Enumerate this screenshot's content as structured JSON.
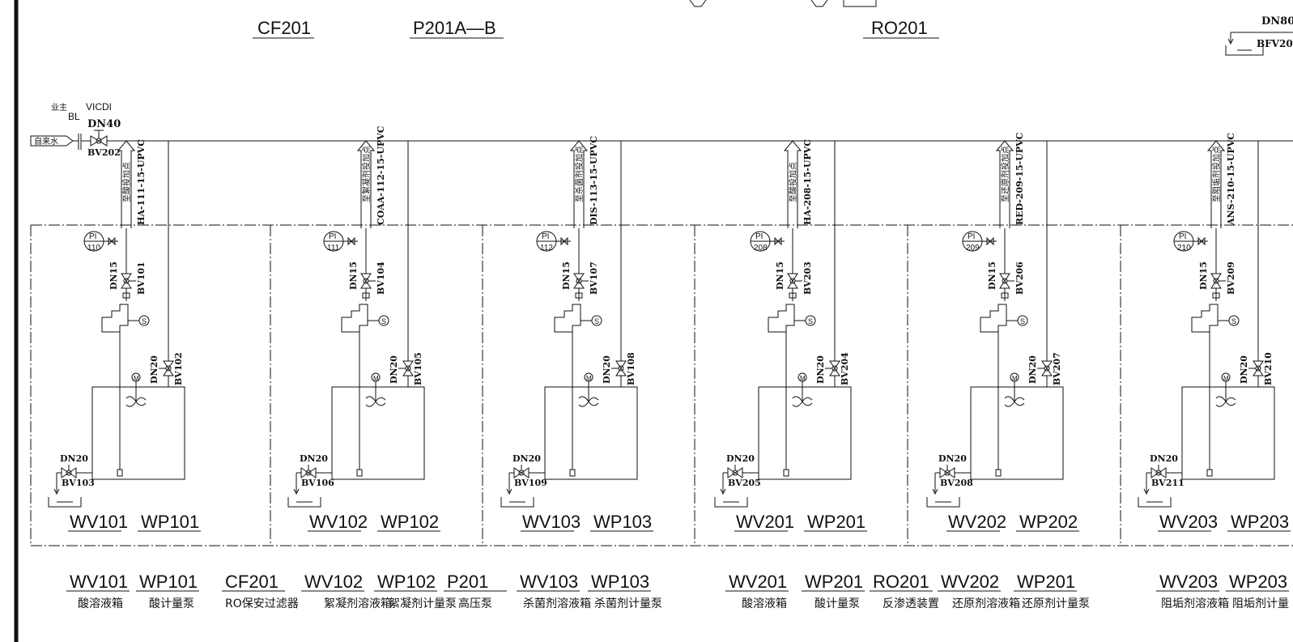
{
  "top_headers": [
    "CF201",
    "P201A—B",
    "RO201"
  ],
  "top_right": {
    "size": "DN80",
    "tag": "BFV20"
  },
  "inlet": {
    "owner": "业主",
    "bl": "BL",
    "vicdi": "VICDI",
    "size": "DN40",
    "valve": "BV202",
    "source": "自来水"
  },
  "units": [
    {
      "dest": "至酸投加点",
      "line": "HA-111-15-UPVC",
      "pi": "110",
      "dn15": "DN15",
      "bv_a": "BV101",
      "dn20": "DN20",
      "bv_b": "BV102",
      "drain_dn": "DN20",
      "drain_bv": "BV103",
      "tank": "WV101",
      "pump": "WP101",
      "m": "M",
      "s": "S"
    },
    {
      "dest": "至絮凝剂投加点",
      "line": "COAA-112-15-UPVC",
      "pi": "111",
      "dn15": "DN15",
      "bv_a": "BV104",
      "dn20": "DN20",
      "bv_b": "BV105",
      "drain_dn": "DN20",
      "drain_bv": "BV106",
      "tank": "WV102",
      "pump": "WP102",
      "m": "M",
      "s": "S"
    },
    {
      "dest": "至杀菌剂投加点",
      "line": "DIS-113-15-UPVC",
      "pi": "112",
      "dn15": "DN15",
      "bv_a": "BV107",
      "dn20": "DN20",
      "bv_b": "BV108",
      "drain_dn": "DN20",
      "drain_bv": "BV109",
      "tank": "WV103",
      "pump": "WP103",
      "m": "M",
      "s": "S"
    },
    {
      "dest": "至酸投加点",
      "line": "HA-208-15-UPVC",
      "pi": "208",
      "dn15": "DN15",
      "bv_a": "BV203",
      "dn20": "DN20",
      "bv_b": "BV204",
      "drain_dn": "DN20",
      "drain_bv": "BV205",
      "tank": "WV201",
      "pump": "WP201",
      "m": "M",
      "s": "S"
    },
    {
      "dest": "至还原剂投加点",
      "line": "RED-209-15-UPVC",
      "pi": "209",
      "dn15": "DN15",
      "bv_a": "BV206",
      "dn20": "DN20",
      "bv_b": "BV207",
      "drain_dn": "DN20",
      "drain_bv": "BV208",
      "tank": "WV202",
      "pump": "WP202",
      "m": "M",
      "s": "S"
    },
    {
      "dest": "至阻垢剂投加点",
      "line": "ANS-210-15-UPVC",
      "pi": "210",
      "dn15": "DN15",
      "bv_a": "BV209",
      "dn20": "DN20",
      "bv_b": "BV210",
      "drain_dn": "DN20",
      "drain_bv": "BV211",
      "tank": "WV203",
      "pump": "WP203",
      "m": "M",
      "s": "S"
    }
  ],
  "pi_label": "PI",
  "legend": [
    {
      "tag": "WV101",
      "desc": "酸溶液箱"
    },
    {
      "tag": "WP101",
      "desc": "酸计量泵"
    },
    {
      "tag": "CF201",
      "desc": "RO保安过滤器"
    },
    {
      "tag": "WV102",
      "desc": "絮凝剂溶液箱"
    },
    {
      "tag": "WP102",
      "desc": "絮凝剂计量泵"
    },
    {
      "tag": "P201",
      "desc": "高压泵"
    },
    {
      "tag": "WV103",
      "desc": "杀菌剂溶液箱"
    },
    {
      "tag": "WP103",
      "desc": "杀菌剂计量泵"
    },
    {
      "tag": "WV201",
      "desc": "酸溶液箱"
    },
    {
      "tag": "WP201",
      "desc": "酸计量泵"
    },
    {
      "tag": "RO201",
      "desc": "反渗透装置"
    },
    {
      "tag": "WV202",
      "desc": "还原剂溶液箱"
    },
    {
      "tag": "WP201",
      "desc": "还原剂计量泵"
    },
    {
      "tag": "WV203",
      "desc": "阻垢剂溶液箱"
    },
    {
      "tag": "WP203",
      "desc": "阻垢剂计量"
    }
  ]
}
